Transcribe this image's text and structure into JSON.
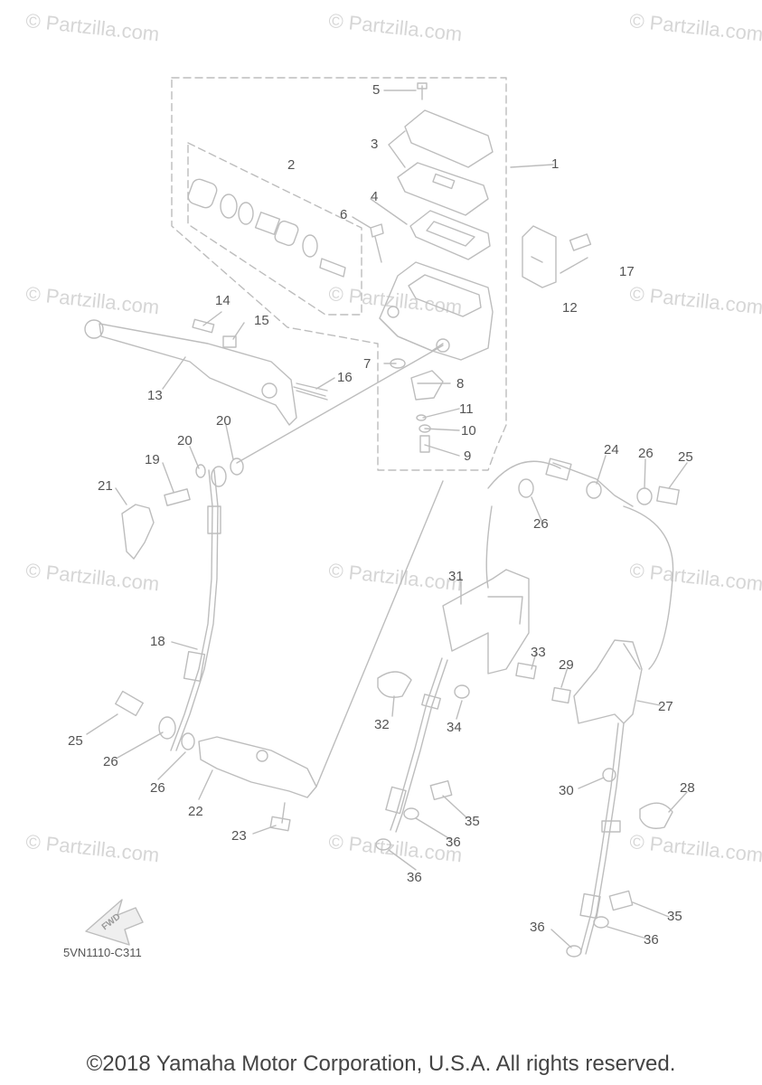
{
  "watermark": "© Partzilla.com",
  "callouts": [
    "1",
    "2",
    "3",
    "4",
    "5",
    "6",
    "7",
    "8",
    "9",
    "10",
    "11",
    "12",
    "13",
    "14",
    "15",
    "16",
    "17",
    "18",
    "19",
    "20",
    "20",
    "21",
    "22",
    "23",
    "24",
    "25",
    "25",
    "26",
    "26",
    "26",
    "26",
    "27",
    "28",
    "29",
    "30",
    "31",
    "32",
    "33",
    "34",
    "35",
    "35",
    "36",
    "36",
    "36",
    "36"
  ],
  "fwd_label": "FWD",
  "diagram_code": "5VN1110-C311",
  "copyright": "©2018 Yamaha Motor Corporation, U.S.A. All rights reserved."
}
